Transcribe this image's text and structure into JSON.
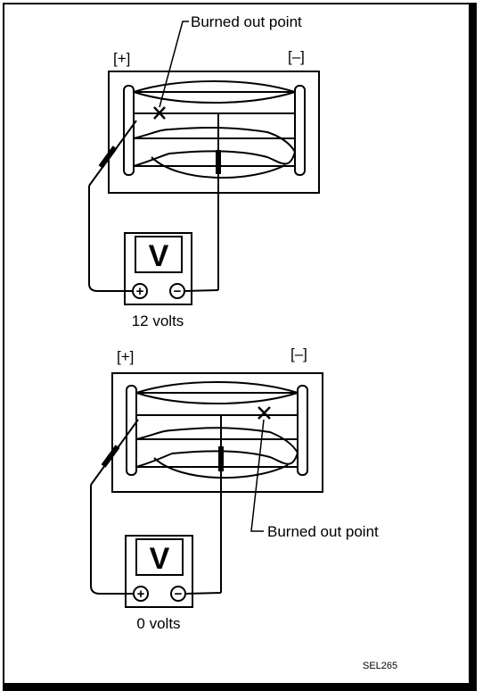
{
  "figure_code": "SEL265",
  "top": {
    "burned_label": "Burned out point",
    "plus_terminal": "[+]",
    "minus_terminal": "[–]",
    "meter_symbol": "V",
    "meter_plus": "+",
    "meter_minus": "−",
    "reading": "12 volts"
  },
  "bottom": {
    "burned_label": "Burned out point",
    "plus_terminal": "[+]",
    "minus_terminal": "[–]",
    "meter_symbol": "V",
    "meter_plus": "+",
    "meter_minus": "−",
    "reading": "0 volts"
  }
}
